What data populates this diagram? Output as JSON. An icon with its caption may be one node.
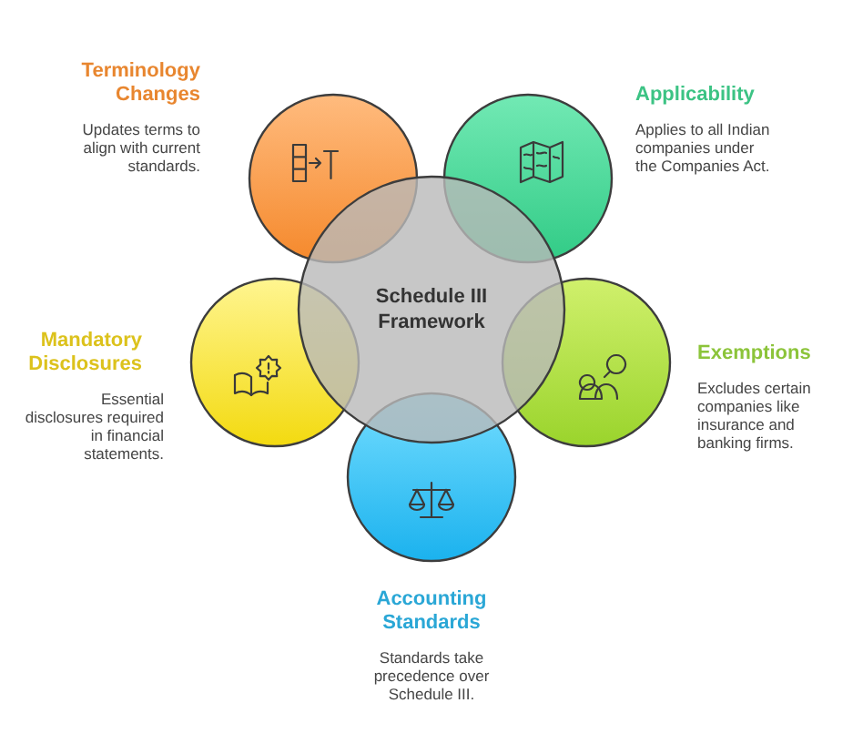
{
  "diagram": {
    "nodes": [
      {
        "text": [
          "Terminology Changes",
          "Updates terms to align with current standards."
        ]
      },
      {
        "text": [
          "Applicability",
          "Applies to all Indian companies under the Companies Act."
        ]
      },
      {
        "text": [
          "Schedule III Framework"
        ]
      },
      {
        "text": [
          "Mandatory Disclosures",
          "Essential disclosures required in financial statements."
        ]
      },
      {
        "text": [
          "Exemptions",
          "Excludes certain companies like insurance and banking firms."
        ]
      },
      {
        "text": [
          "Accounting Standards",
          "Standards take precedence over Schedule III."
        ]
      }
    ]
  }
}
